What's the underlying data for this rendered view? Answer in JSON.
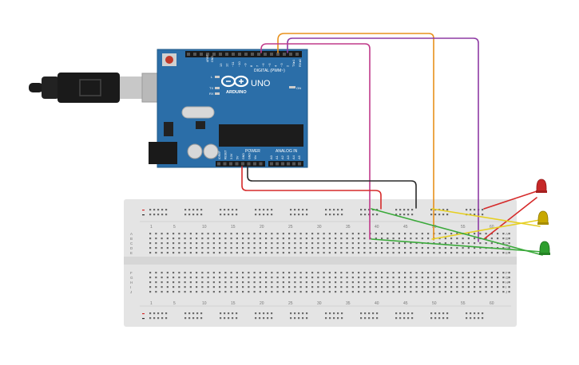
{
  "arduino": {
    "brand": "ARDUINO",
    "model": "UNO",
    "digital_label": "DIGITAL (PWM~)",
    "power_label": "POWER",
    "analog_label": "ANALOG IN",
    "on_label": "ON",
    "l_label": "L",
    "tx_label": "TX",
    "rx_label": "RX",
    "aref_label": "AREF",
    "gnd_label": "GND",
    "digital_pins": [
      "13",
      "12",
      "~11",
      "~10",
      "~9",
      "8",
      "7",
      "~6",
      "~5",
      "4",
      "~3",
      "2",
      "TX▸1",
      "RX◂0"
    ],
    "power_pins": [
      "IOREF",
      "RESET",
      "3.3V",
      "5V",
      "GND",
      "GND",
      "Vin"
    ],
    "analog_pins": [
      "A0",
      "A1",
      "A2",
      "A3",
      "A4",
      "A5"
    ]
  },
  "breadboard": {
    "column_numbers": [
      "1",
      "5",
      "10",
      "15",
      "20",
      "25",
      "30",
      "35",
      "40",
      "45",
      "50",
      "55",
      "60"
    ],
    "rows_top": [
      "A",
      "B",
      "C",
      "D",
      "E"
    ],
    "rows_bottom": [
      "F",
      "G",
      "H",
      "I",
      "J"
    ]
  },
  "leds": [
    {
      "name": "red-led",
      "color": "#c62828"
    },
    {
      "name": "yellow-led",
      "color": "#c8a800"
    },
    {
      "name": "green-led",
      "color": "#2e9e2e"
    }
  ],
  "colors": {
    "board_blue": "#2b6ea8",
    "breadboard": "#e4e4e4",
    "wire_orange": "#e8901c",
    "wire_purple": "#8e3aa4",
    "wire_pink": "#c03a8a",
    "wire_red": "#d62a2a",
    "wire_black": "#2a2a2a",
    "wire_yellow": "#e6cf22",
    "wire_green": "#3aa93a"
  }
}
